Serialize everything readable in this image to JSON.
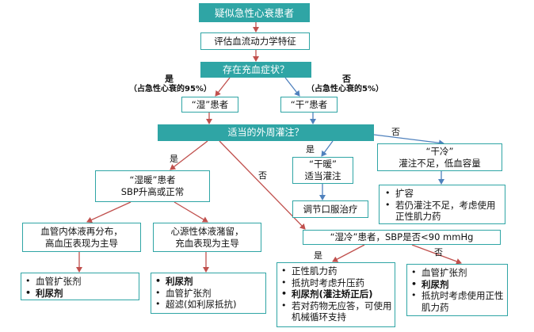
{
  "nodes": {
    "start": "疑似急性心衰患者",
    "assess": "评估血流动力学特征",
    "congestion_q": "存在充血症状？",
    "wet": "“湿”患者",
    "dry": "“干”患者",
    "perfusion_q": "适当的外周灌注？",
    "wet_warm_line1": "“湿暖”患者",
    "wet_warm_line2": "SBP升高或正常",
    "dry_warm_line1": "“干暖”",
    "dry_warm_line2": "适当灌注",
    "dry_cold_line1": "“干冷”",
    "dry_cold_line2": "灌注不足，低血容量",
    "redistribution_line1": "血管内体液再分布，",
    "redistribution_line2": "高血压表现为主导",
    "cardiogenic_line1": "心源性体液潴留，",
    "cardiogenic_line2": "充血表现为主导",
    "oral_adjust": "调节口服治疗",
    "wet_cold": "“湿冷”患者，SBP是否<90 mmHg"
  },
  "lists": {
    "redistribution_tx": [
      {
        "text": "血管扩张剂",
        "bold": false
      },
      {
        "text": "利尿剂",
        "bold": true
      }
    ],
    "cardiogenic_tx": [
      {
        "text": "利尿剂",
        "bold": true
      },
      {
        "text": "血管扩张剂",
        "bold": false
      },
      {
        "text": "超滤(如利尿抵抗)",
        "bold": false
      }
    ],
    "dry_cold_tx": [
      {
        "text": "扩容",
        "bold": false
      },
      {
        "text": "若仍灌注不足，考虑使用正性肌力药",
        "bold": false
      }
    ],
    "wet_cold_yes_tx": [
      {
        "text": "正性肌力药",
        "bold": false
      },
      {
        "text": "抵抗时考虑升压药",
        "bold": false
      },
      {
        "text": "利尿剂(灌注矫正后)",
        "bold": true
      },
      {
        "text": "若对药物无应答，可使用机械循环支持",
        "bold": false
      }
    ],
    "wet_cold_no_tx": [
      {
        "text": "血管扩张剂",
        "bold": false
      },
      {
        "text": "利尿剂",
        "bold": true
      },
      {
        "text": "抵抗时考虑使用正性肌力药",
        "bold": false
      }
    ]
  },
  "edge_labels": {
    "yes_1": "是",
    "yes_1_note": "（占急性心衰的95%）",
    "no_1": "否",
    "no_1_note": "（占急性心衰的5%）",
    "yes_2": "是",
    "yes_3": "是",
    "no_2": "否",
    "no_3": "否",
    "yes_4": "是",
    "no_4": "否"
  },
  "colors": {
    "teal": "#2fa5a5",
    "red_arrow": "#c0504d",
    "blue_arrow": "#4f81bd"
  }
}
